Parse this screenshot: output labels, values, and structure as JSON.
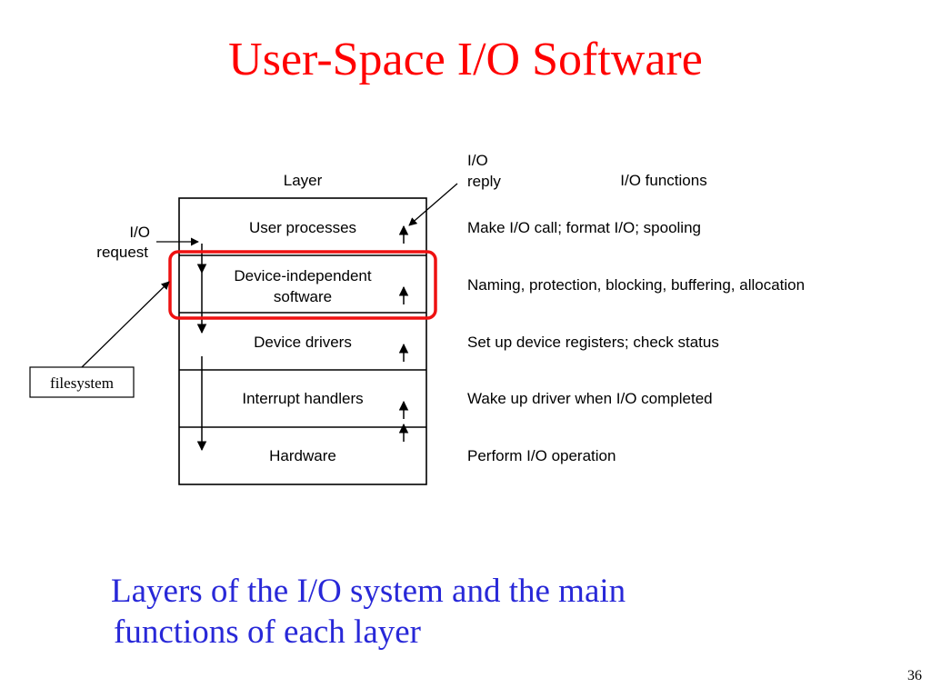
{
  "slide": {
    "title": "User-Space I/O Software",
    "caption": [
      "Layers of the I/O system and the main",
      "functions of each layer"
    ],
    "page_number": "36",
    "title_color": "#ff0000",
    "caption_color": "#2828d8",
    "highlight_color": "#ee1111"
  },
  "diagram": {
    "layer_header": "Layer",
    "functions_header": "I/O functions",
    "io_reply": [
      "I/O",
      "reply"
    ],
    "io_request": [
      "I/O",
      "request"
    ],
    "callout": "filesystem",
    "highlighted_layer": "Device-independent software",
    "layers": [
      {
        "name": [
          "User processes"
        ],
        "function": "Make I/O call; format I/O; spooling"
      },
      {
        "name": [
          "Device-independent",
          "software"
        ],
        "function": "Naming, protection, blocking, buffering, allocation"
      },
      {
        "name": [
          "Device drivers"
        ],
        "function": "Set up device registers; check status"
      },
      {
        "name": [
          "Interrupt handlers"
        ],
        "function": "Wake up driver when I/O completed"
      },
      {
        "name": [
          "Hardware"
        ],
        "function": "Perform I/O operation"
      }
    ]
  }
}
